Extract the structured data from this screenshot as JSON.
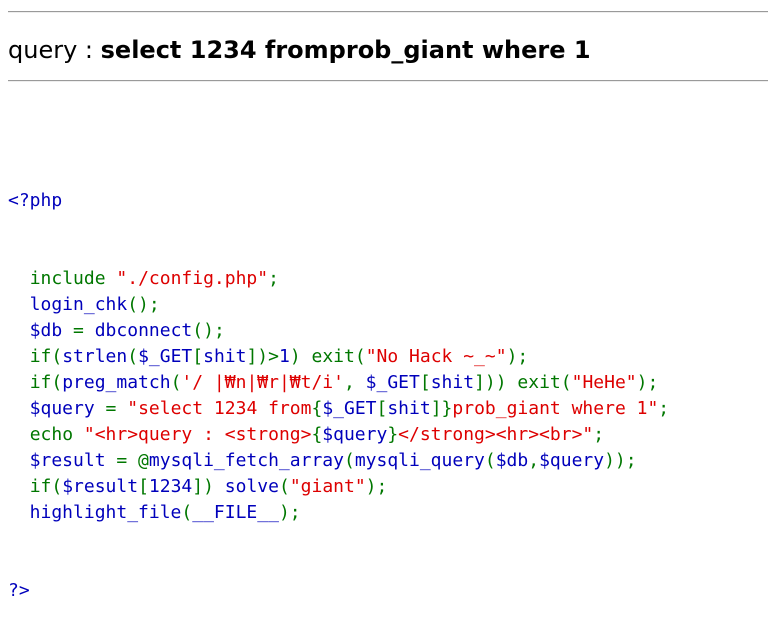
{
  "query_line": {
    "label": "query : ",
    "value": "select 1234 fromprob_giant where 1"
  },
  "source": {
    "open_tag": "<?php",
    "close_tag": "?>",
    "lines": [
      [
        {
          "t": "  ",
          "c": "kw"
        },
        {
          "t": "include ",
          "c": "grn"
        },
        {
          "t": "\"./config.php\"",
          "c": "str"
        },
        {
          "t": ";",
          "c": "grn"
        }
      ],
      [
        {
          "t": "  login_chk",
          "c": "kw"
        },
        {
          "t": "();",
          "c": "grn"
        }
      ],
      [
        {
          "t": "  $db ",
          "c": "kw"
        },
        {
          "t": "= ",
          "c": "grn"
        },
        {
          "t": "dbconnect",
          "c": "kw"
        },
        {
          "t": "();",
          "c": "grn"
        }
      ],
      [
        {
          "t": "  ",
          "c": "kw"
        },
        {
          "t": "if(",
          "c": "grn"
        },
        {
          "t": "strlen",
          "c": "kw"
        },
        {
          "t": "(",
          "c": "grn"
        },
        {
          "t": "$_GET",
          "c": "kw"
        },
        {
          "t": "[",
          "c": "grn"
        },
        {
          "t": "shit",
          "c": "kw"
        },
        {
          "t": "])>",
          "c": "grn"
        },
        {
          "t": "1",
          "c": "kw"
        },
        {
          "t": ") exit(",
          "c": "grn"
        },
        {
          "t": "\"No Hack ~_~\"",
          "c": "str"
        },
        {
          "t": ");",
          "c": "grn"
        }
      ],
      [
        {
          "t": "  ",
          "c": "kw"
        },
        {
          "t": "if(",
          "c": "grn"
        },
        {
          "t": "preg_match",
          "c": "kw"
        },
        {
          "t": "(",
          "c": "grn"
        },
        {
          "t": "'/ |₩n|₩r|₩t/i'",
          "c": "str"
        },
        {
          "t": ", ",
          "c": "grn"
        },
        {
          "t": "$_GET",
          "c": "kw"
        },
        {
          "t": "[",
          "c": "grn"
        },
        {
          "t": "shit",
          "c": "kw"
        },
        {
          "t": "])) exit(",
          "c": "grn"
        },
        {
          "t": "\"HeHe\"",
          "c": "str"
        },
        {
          "t": ");",
          "c": "grn"
        }
      ],
      [
        {
          "t": "  $query ",
          "c": "kw"
        },
        {
          "t": "= ",
          "c": "grn"
        },
        {
          "t": "\"select 1234 from",
          "c": "str"
        },
        {
          "t": "{",
          "c": "grn"
        },
        {
          "t": "$_GET",
          "c": "kw"
        },
        {
          "t": "[",
          "c": "grn"
        },
        {
          "t": "shit",
          "c": "kw"
        },
        {
          "t": "]}",
          "c": "grn"
        },
        {
          "t": "prob_giant where 1\"",
          "c": "str"
        },
        {
          "t": ";",
          "c": "grn"
        }
      ],
      [
        {
          "t": "  ",
          "c": "kw"
        },
        {
          "t": "echo ",
          "c": "grn"
        },
        {
          "t": "\"<hr>query : <strong>",
          "c": "str"
        },
        {
          "t": "{",
          "c": "grn"
        },
        {
          "t": "$query",
          "c": "kw"
        },
        {
          "t": "}",
          "c": "grn"
        },
        {
          "t": "</strong><hr><br>\"",
          "c": "str"
        },
        {
          "t": ";",
          "c": "grn"
        }
      ],
      [
        {
          "t": "  $result ",
          "c": "kw"
        },
        {
          "t": "= @",
          "c": "grn"
        },
        {
          "t": "mysqli_fetch_array",
          "c": "kw"
        },
        {
          "t": "(",
          "c": "grn"
        },
        {
          "t": "mysqli_query",
          "c": "kw"
        },
        {
          "t": "(",
          "c": "grn"
        },
        {
          "t": "$db",
          "c": "kw"
        },
        {
          "t": ",",
          "c": "grn"
        },
        {
          "t": "$query",
          "c": "kw"
        },
        {
          "t": "));",
          "c": "grn"
        }
      ],
      [
        {
          "t": "  ",
          "c": "kw"
        },
        {
          "t": "if(",
          "c": "grn"
        },
        {
          "t": "$result",
          "c": "kw"
        },
        {
          "t": "[",
          "c": "grn"
        },
        {
          "t": "1234",
          "c": "kw"
        },
        {
          "t": "]) ",
          "c": "grn"
        },
        {
          "t": "solve",
          "c": "kw"
        },
        {
          "t": "(",
          "c": "grn"
        },
        {
          "t": "\"giant\"",
          "c": "str"
        },
        {
          "t": ");",
          "c": "grn"
        }
      ],
      [
        {
          "t": "  highlight_file",
          "c": "kw"
        },
        {
          "t": "(",
          "c": "grn"
        },
        {
          "t": "__FILE__",
          "c": "kw"
        },
        {
          "t": ");",
          "c": "grn"
        }
      ]
    ]
  },
  "colors": {
    "default": "#0000bb",
    "keyword": "#007700",
    "string": "#dd0000",
    "rule": "#9a9a9a"
  }
}
